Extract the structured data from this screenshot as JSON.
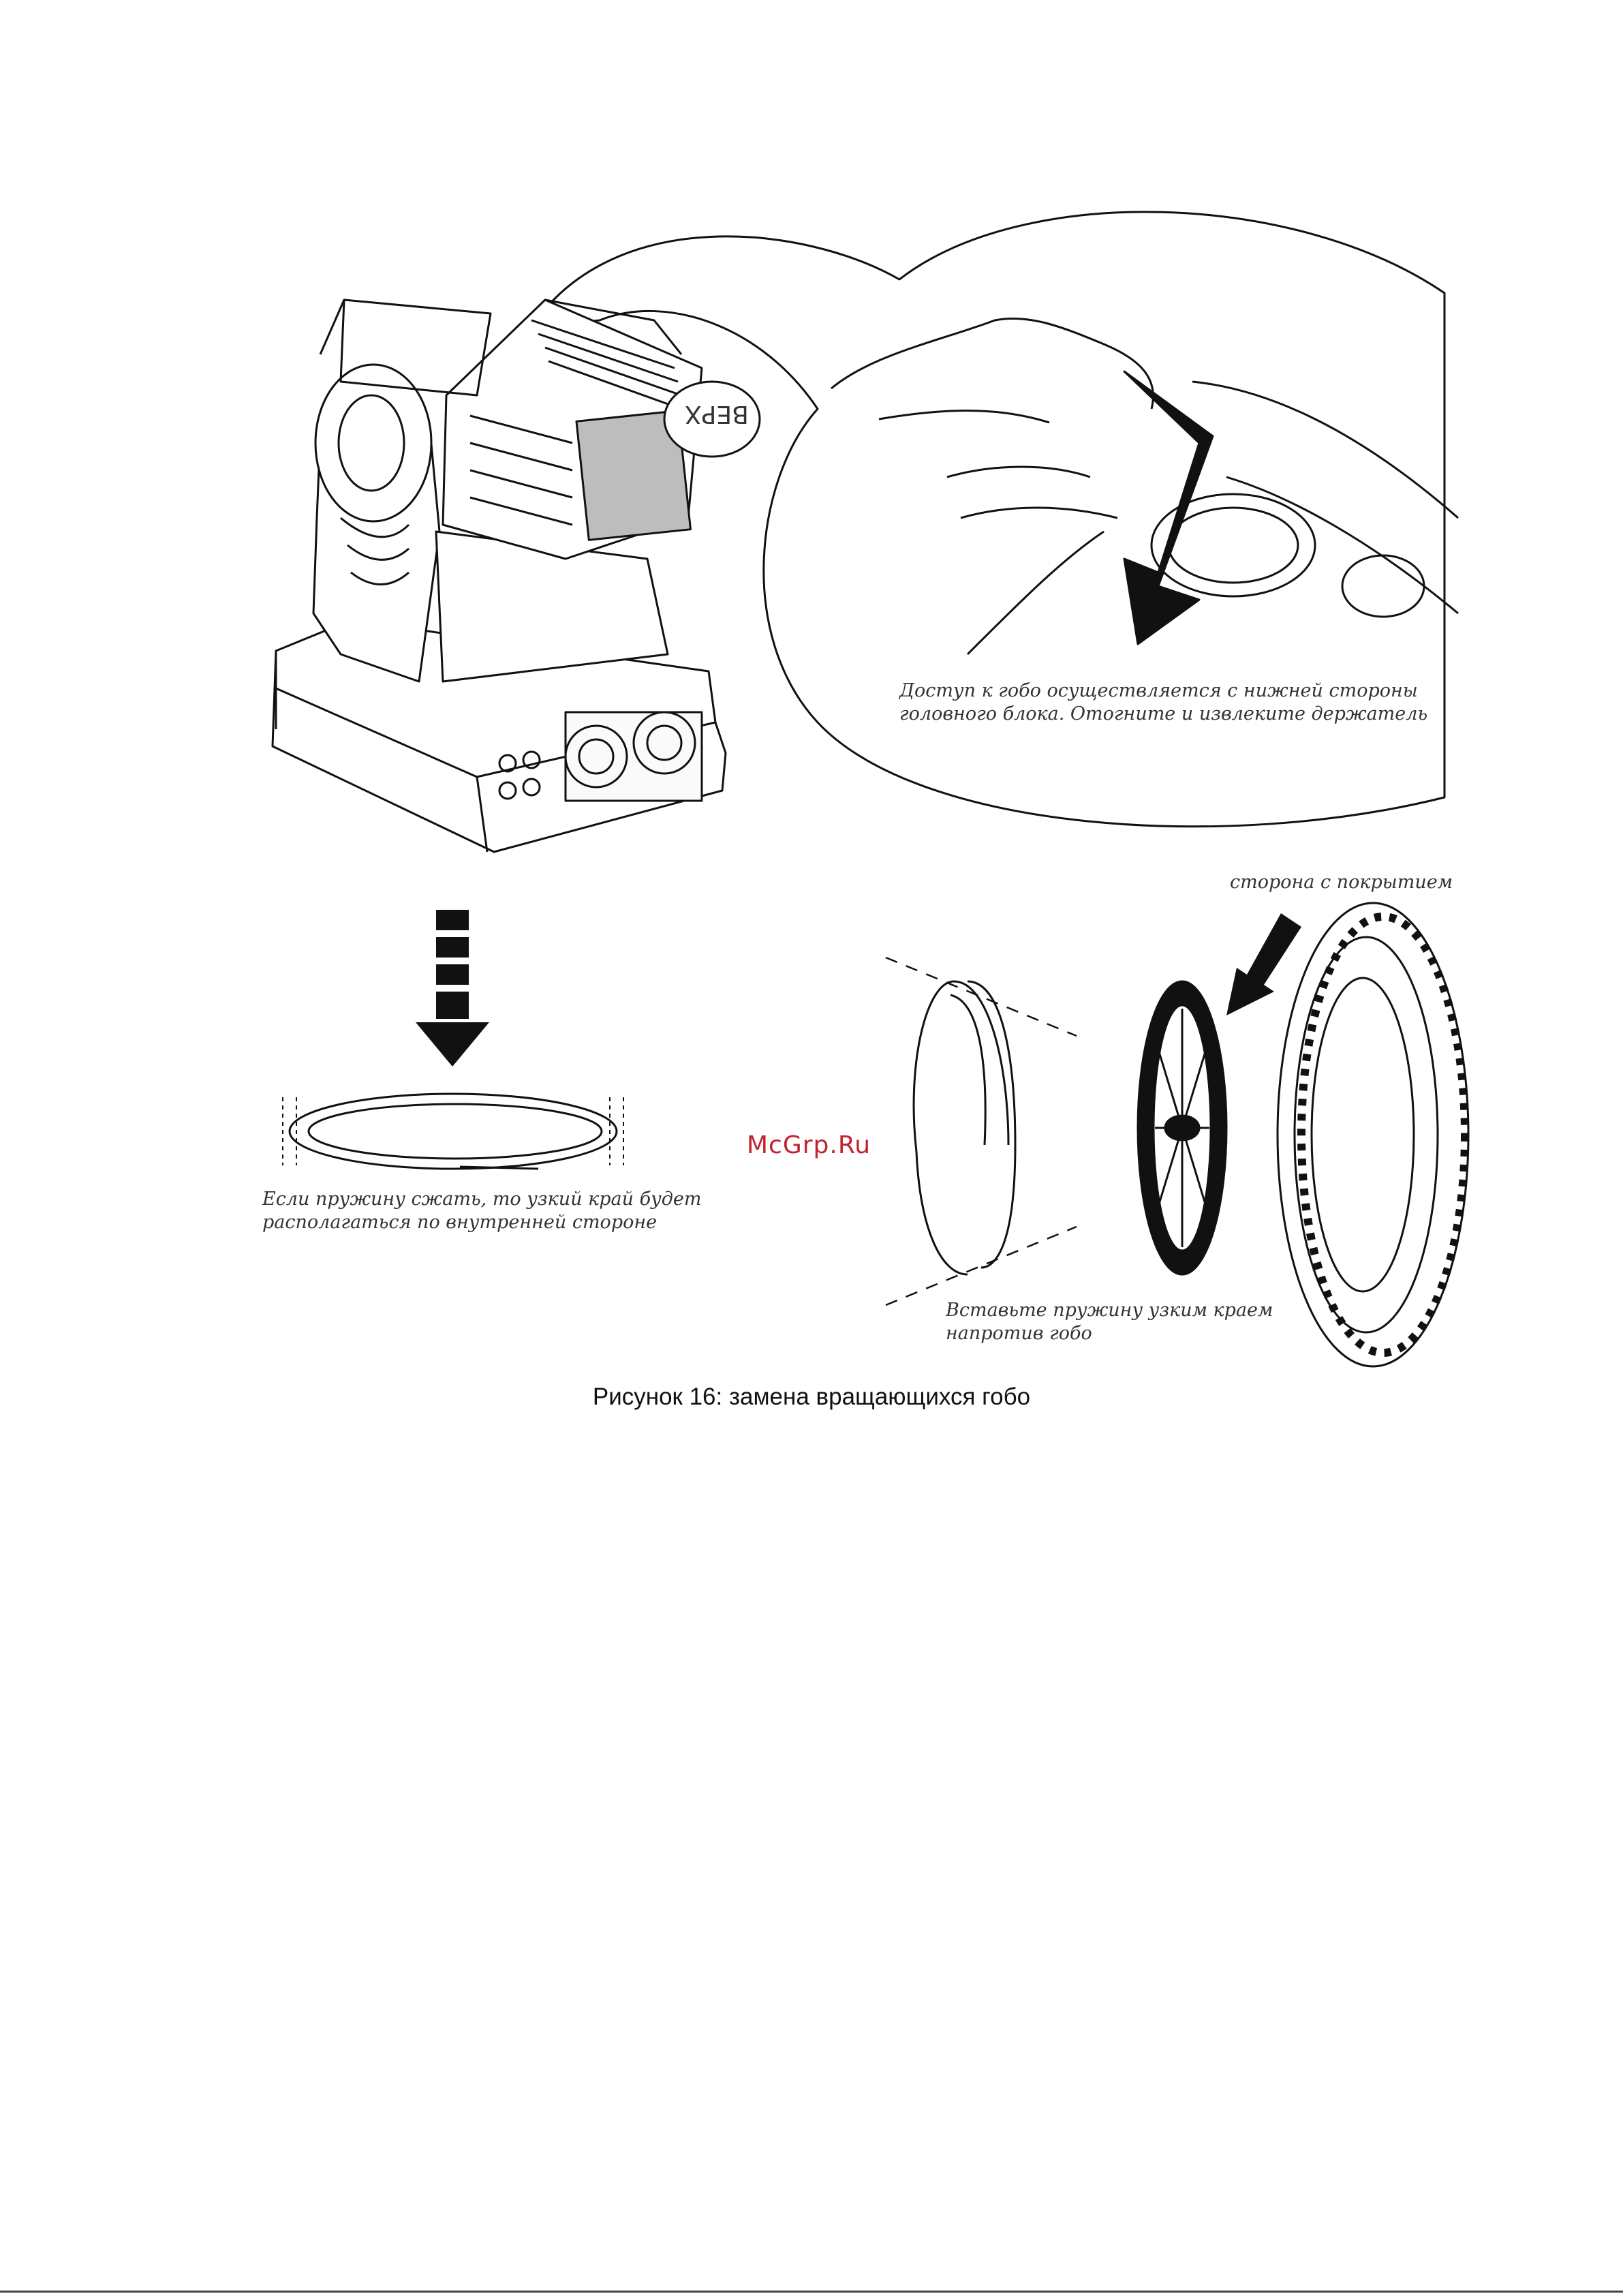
{
  "figure": {
    "label_top": "ВЕРХ",
    "note_access": [
      "Доступ к гобо осуществляется с нижней стороны",
      "головного блока. Отогните и извлеките держатель"
    ],
    "note_coated_side": "сторона с покрытием",
    "note_spring_compress": [
      "Если пружину сжать, то узкий край будет",
      "располагаться по внутренней стороне"
    ],
    "note_insert_spring": [
      "Вставьте пружину узким краем",
      "напротив гобо"
    ],
    "caption": "Рисунок 16: замена вращающихся гобо"
  },
  "watermark": "McGrp.Ru",
  "colors": {
    "line": "#111111",
    "panel": "#bdbdbd",
    "watermark": "#c2232f"
  }
}
